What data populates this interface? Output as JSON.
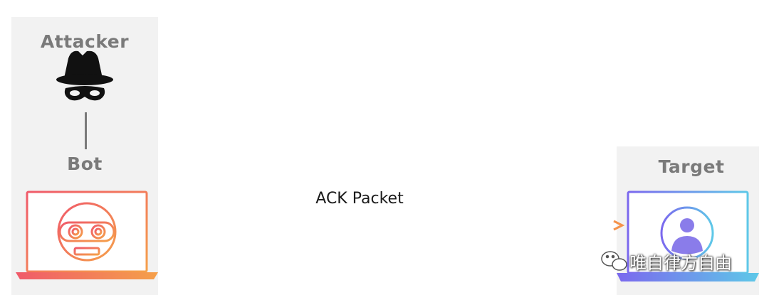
{
  "diagram": {
    "attacker_label": "Attacker",
    "bot_label": "Bot",
    "target_label": "Target",
    "packet_label": "ACK Packet"
  },
  "icons": {
    "attacker": "spy-hat-mask-icon",
    "bot": "robot-face-icon",
    "target": "user-avatar-icon",
    "watermark": "wechat-icon"
  },
  "colors": {
    "panel": "#f2f2f2",
    "label_gray": "#7a7a7a",
    "bot_gradient_start": "#f05a6a",
    "bot_gradient_end": "#f5a04a",
    "target_gradient_start": "#7b68ee",
    "target_gradient_end": "#5ec8e8",
    "arrow": "#f08a4a"
  },
  "watermark": {
    "text": "唯自律方自由"
  }
}
